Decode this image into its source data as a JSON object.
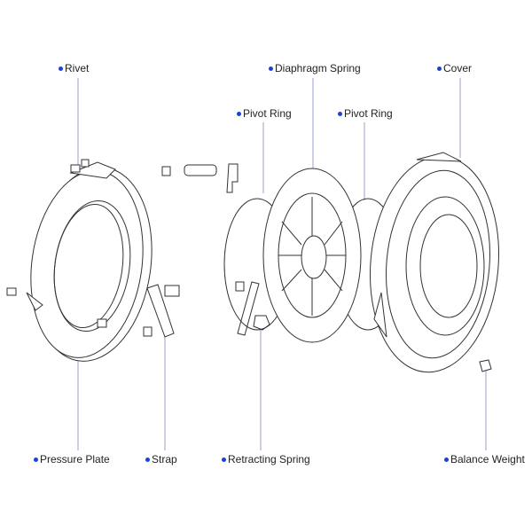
{
  "colors": {
    "bullet": "#1f3fd6",
    "leader_line": "#9aa0c8",
    "line_art": "#333333"
  },
  "labels": {
    "rivet": "Rivet",
    "diaphragm_spring": "Diaphragm Spring",
    "cover": "Cover",
    "pivot_ring_left": "Pivot Ring",
    "pivot_ring_right": "Pivot Ring",
    "pressure_plate": "Pressure Plate",
    "strap": "Strap",
    "retracting_spring": "Retracting Spring",
    "balance_weight": "Balance Weight"
  }
}
